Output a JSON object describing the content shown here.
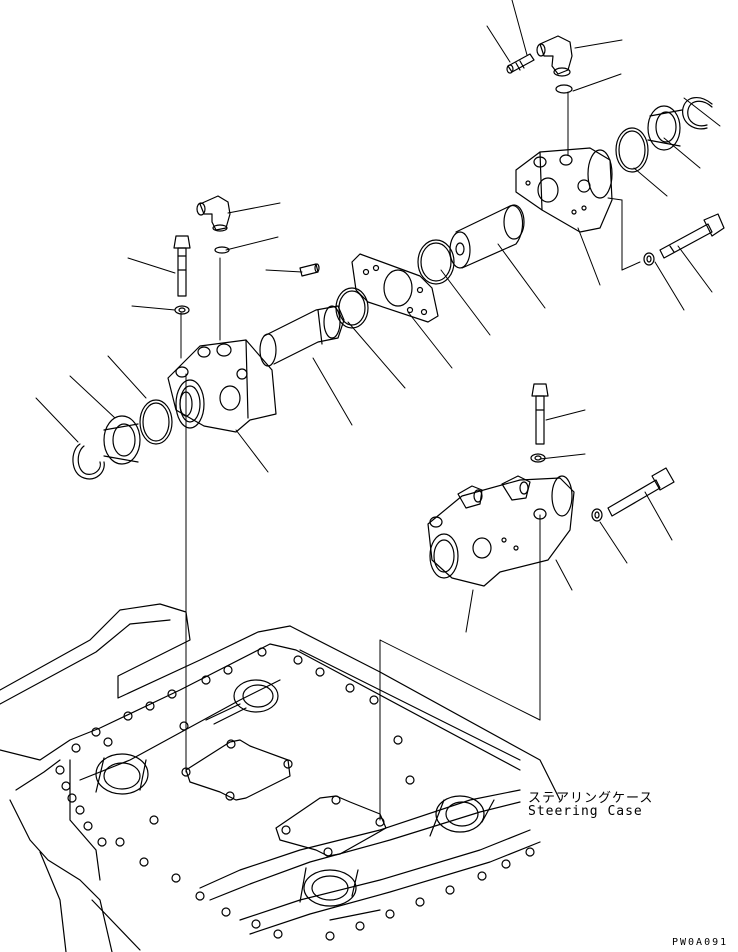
{
  "diagram": {
    "labels": {
      "case_jp": "ステアリングケース",
      "case_en": "Steering Case",
      "drawing_code": "PW0A091"
    },
    "colors": {
      "line": "#000000",
      "paper": "#ffffff"
    }
  }
}
